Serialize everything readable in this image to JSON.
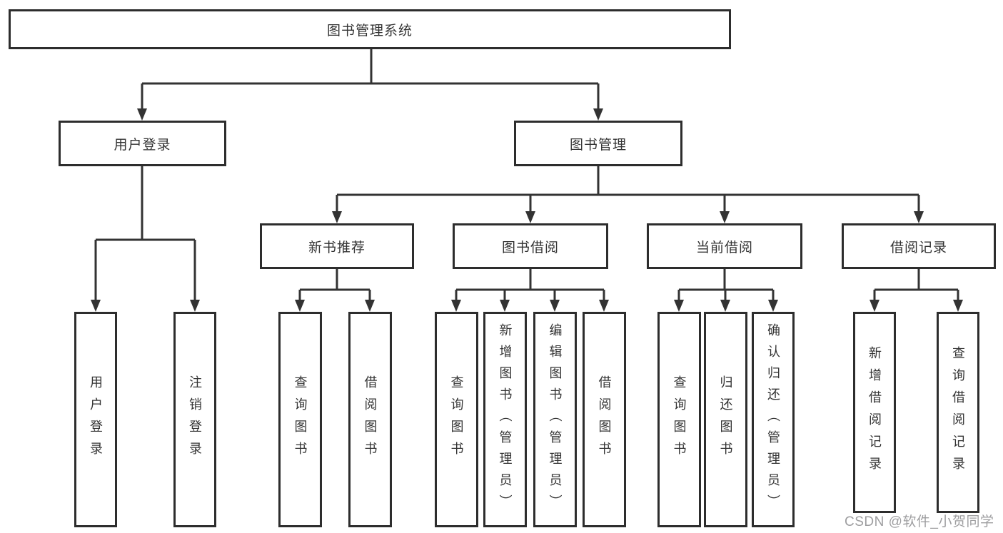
{
  "diagram": {
    "type": "tree",
    "title": "图书管理系统",
    "colors": {
      "line": "#333333",
      "box_border": "#2d2d2d",
      "text": "#333333",
      "background": "#ffffff",
      "watermark": "#9e9ea0"
    },
    "root": {
      "label": "图书管理系统"
    },
    "level2": [
      {
        "label": "用户登录",
        "parent": "图书管理系统"
      },
      {
        "label": "图书管理",
        "parent": "图书管理系统"
      }
    ],
    "level3": [
      {
        "label": "新书推荐",
        "parent": "图书管理"
      },
      {
        "label": "图书借阅",
        "parent": "图书管理"
      },
      {
        "label": "当前借阅",
        "parent": "图书管理"
      },
      {
        "label": "借阅记录",
        "parent": "图书管理"
      }
    ],
    "leaves": [
      {
        "label": "用户登录",
        "parent": "用户登录"
      },
      {
        "label": "注销登录",
        "parent": "用户登录"
      },
      {
        "label": "查询图书",
        "parent": "新书推荐"
      },
      {
        "label": "借阅图书",
        "parent": "新书推荐"
      },
      {
        "label": "查询图书",
        "parent": "图书借阅"
      },
      {
        "label": "新增图书（管理员）",
        "parent": "图书借阅"
      },
      {
        "label": "编辑图书（管理员）",
        "parent": "图书借阅"
      },
      {
        "label": "借阅图书",
        "parent": "图书借阅"
      },
      {
        "label": "查询图书",
        "parent": "当前借阅"
      },
      {
        "label": "归还图书",
        "parent": "当前借阅"
      },
      {
        "label": "确认归还（管理员）",
        "parent": "当前借阅"
      },
      {
        "label": "新增借阅记录",
        "parent": "借阅记录"
      },
      {
        "label": "查询借阅记录",
        "parent": "借阅记录"
      }
    ],
    "watermark": {
      "text": "CSDN @软件_小贺同学"
    }
  }
}
